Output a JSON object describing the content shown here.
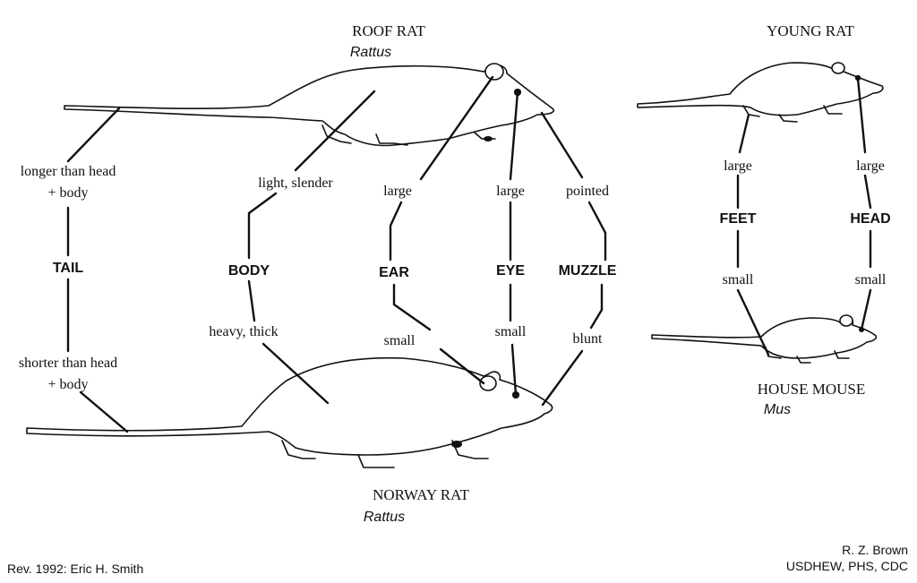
{
  "animals": {
    "roof_rat": {
      "name": "ROOF RAT",
      "genus": "Rattus"
    },
    "norway_rat": {
      "name": "NORWAY RAT",
      "genus": "Rattus"
    },
    "young_rat": {
      "name": "YOUNG RAT"
    },
    "house_mouse": {
      "name": "HOUSE MOUSE",
      "genus": "Mus"
    }
  },
  "features": {
    "tail": {
      "label": "TAIL",
      "top": [
        "longer than head",
        "+ body"
      ],
      "bottom": [
        "shorter than head",
        "+ body"
      ]
    },
    "body": {
      "label": "BODY",
      "top": "light, slender",
      "bottom": "heavy, thick"
    },
    "ear": {
      "label": "EAR",
      "top": "large",
      "bottom": "small"
    },
    "eye": {
      "label": "EYE",
      "top": "large",
      "bottom": "small"
    },
    "muzzle": {
      "label": "MUZZLE",
      "top": "pointed",
      "bottom": "blunt"
    },
    "feet": {
      "label": "FEET",
      "top": "large",
      "bottom": "small"
    },
    "head": {
      "label": "HEAD",
      "top": "large",
      "bottom": "small"
    }
  },
  "credits": {
    "left": "Rev. 1992: Eric H. Smith",
    "right_line1": "R. Z. Brown",
    "right_line2": "USDHEW, PHS, CDC"
  }
}
